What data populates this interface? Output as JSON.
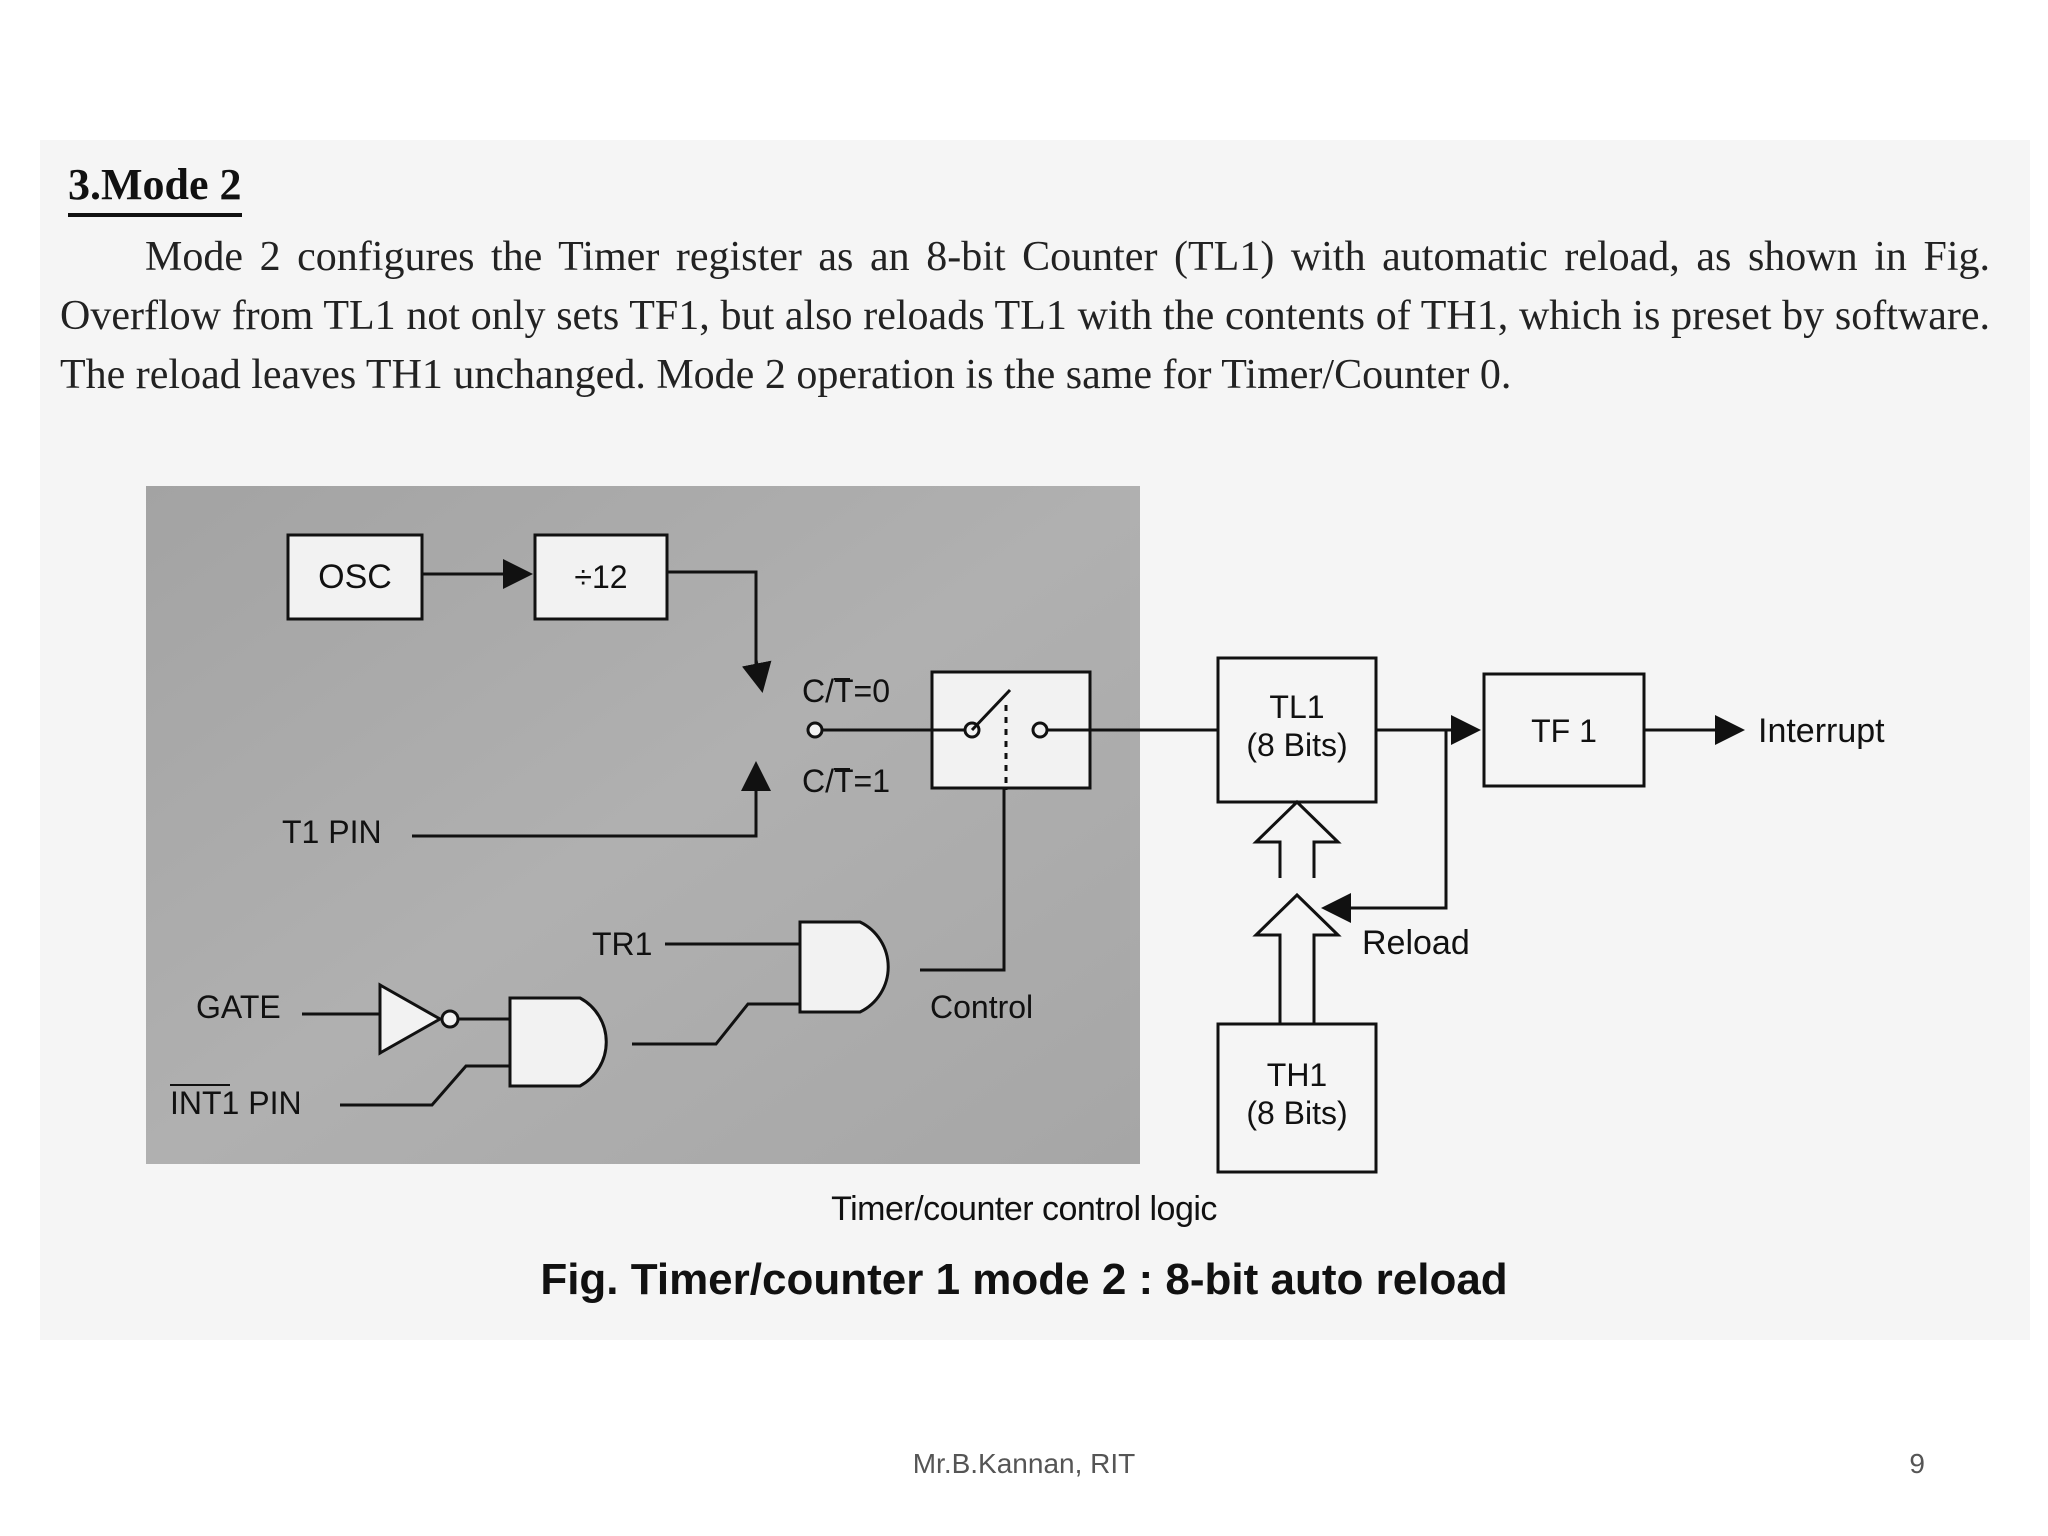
{
  "section": {
    "title": "3.Mode 2"
  },
  "paragraph": "Mode 2 configures the Timer register as an 8-bit Counter (TL1) with automatic reload, as shown in Fig.        Overflow from TL1 not only sets TF1, but also reloads TL1 with the contents of TH1, which is preset by software. The reload leaves TH1 unchanged. Mode 2 operation is the same for Timer/Counter 0.",
  "diagram": {
    "osc": "OSC",
    "divider": "÷12",
    "ct0_label": "C/T=0",
    "ct1_label": "C/T=1",
    "t1pin": "T1 PIN",
    "tr1": "TR1",
    "gate": "GATE",
    "int1pin": "INT1 PIN",
    "control": "Control",
    "tl1_line1": "TL1",
    "tl1_line2": "(8 Bits)",
    "th1_line1": "TH1",
    "th1_line2": "(8 Bits)",
    "tf1": "TF 1",
    "interrupt": "Interrupt",
    "reload": "Reload"
  },
  "caption": {
    "sub": "Timer/counter control logic",
    "main": "Fig.  Timer/counter 1 mode 2 : 8-bit auto reload"
  },
  "footer": {
    "author": "Mr.B.Kannan, RIT",
    "page": "9"
  }
}
